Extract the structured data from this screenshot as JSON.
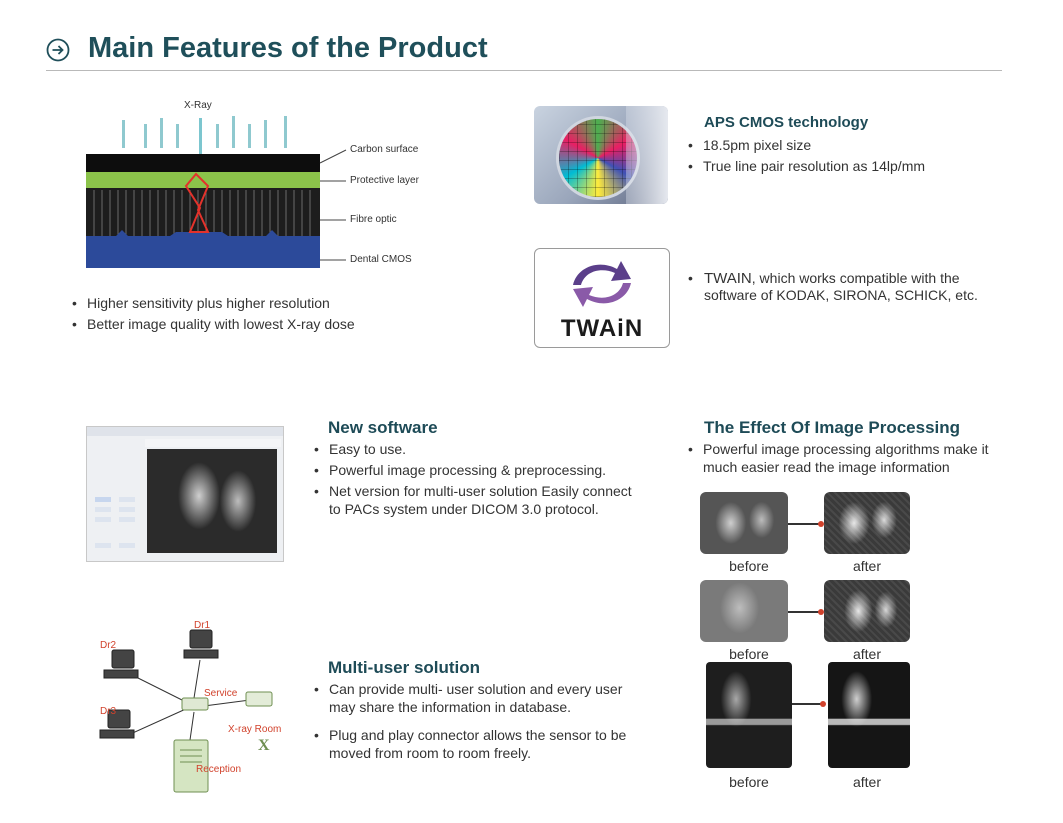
{
  "title": "Main Features of the Product",
  "icons": {
    "header": "circle-arrow-right-icon"
  },
  "colors": {
    "title": "#1f4f5a",
    "heading": "#1e4b57",
    "label_red": "#d1422c",
    "green_layer": "#8bc34a",
    "cmos_blue": "#2c4a9a"
  },
  "sensor": {
    "xray_label": "X-Ray",
    "layers": [
      "Carbon surface",
      "Protective layer",
      "Fibre optic",
      "Dental CMOS"
    ],
    "bullets": [
      "Higher sensitivity plus higher resolution",
      "Better image quality with lowest X-ray dose"
    ]
  },
  "aps": {
    "heading": "APS CMOS technology",
    "bullets": [
      "18.5pm pixel size",
      "True line pair resolution as 14lp/mm"
    ]
  },
  "twain": {
    "logo_text": "TWAiN",
    "lead": "TWAIN",
    "text": ", which works compatible with the software of KODAK, SIRONA, SCHICK, etc."
  },
  "software": {
    "heading": "New software",
    "bullets": [
      "Easy to use.",
      "Powerful image processing & preprocessing.",
      "Net version for multi-user solution Easily connect to PACs system under DICOM 3.0 protocol."
    ]
  },
  "effect": {
    "heading": "The Effect Of Image Processing",
    "bullets": [
      "Powerful image processing algorithms make it much easier read the image information"
    ],
    "pairs": [
      {
        "before": "before",
        "after": "after"
      },
      {
        "before": "before",
        "after": "after"
      },
      {
        "before": "before",
        "after": "after"
      }
    ]
  },
  "network": {
    "labels": {
      "dr1": "Dr1",
      "dr2": "Dr2",
      "dr3": "Dr3",
      "service": "Service",
      "xray_room": "X-ray Room",
      "reception": "Reception"
    }
  },
  "multiuser": {
    "heading": "Multi-user solution",
    "bullets": [
      "Can provide multi- user solution and every user may share the information in database.",
      "Plug and play connector allows the sensor to be moved from  room to room freely."
    ]
  }
}
